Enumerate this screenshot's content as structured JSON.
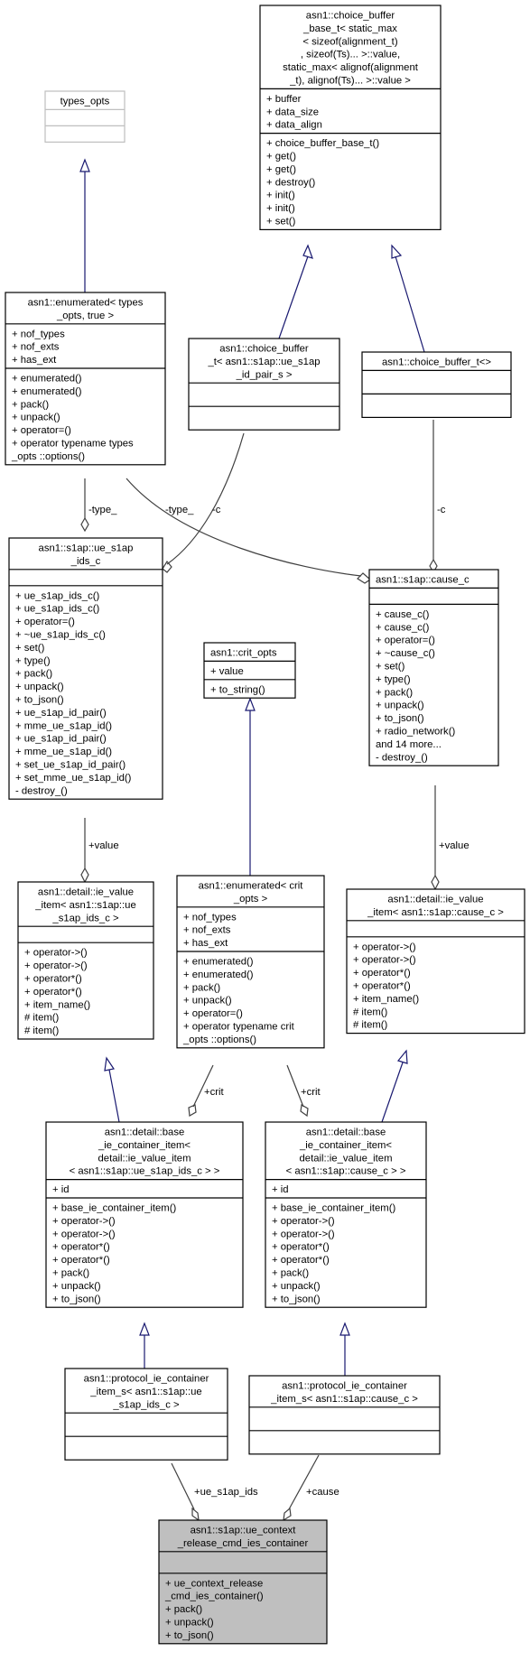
{
  "colors": {
    "inheritance_edge": "#191970",
    "composition_edge": "#404040",
    "highlight_fill": "#bfbfbf",
    "border": "#000000"
  },
  "nodes": [
    {
      "id": "choice_buffer_base",
      "title": [
        "asn1::choice_buffer",
        "_base_t< static_max",
        "< sizeof(alignment_t)",
        ", sizeof(Ts)... >::value,",
        " static_max< alignof(alignment",
        "_t), alignof(Ts)... >::value >"
      ],
      "attrs": [
        "+ buffer",
        "+ data_size",
        "+ data_align"
      ],
      "methods": [
        "+ choice_buffer_base_t()",
        "+ get()",
        "+ get()",
        "+ destroy()",
        "+ init()",
        "+ init()",
        "+ set()"
      ]
    },
    {
      "id": "types_opts",
      "title": [
        "types_opts"
      ],
      "attrs": [],
      "methods": []
    },
    {
      "id": "enumerated_types",
      "title": [
        "asn1::enumerated< types",
        "_opts, true >"
      ],
      "attrs": [
        "+ nof_types",
        "+ nof_exts",
        "+ has_ext"
      ],
      "methods": [
        "+ enumerated()",
        "+ enumerated()",
        "+ pack()",
        "+ unpack()",
        "+ operator=()",
        "+ operator typename types",
        "_opts ::options()"
      ]
    },
    {
      "id": "choice_buffer_pair",
      "title": [
        "asn1::choice_buffer",
        "_t< asn1::s1ap::ue_s1ap",
        "_id_pair_s >"
      ],
      "attrs": [],
      "methods": []
    },
    {
      "id": "choice_buffer_empty",
      "title": [
        "asn1::choice_buffer_t<>"
      ],
      "attrs": [],
      "methods": []
    },
    {
      "id": "ue_s1ap_ids_c",
      "title": [
        "asn1::s1ap::ue_s1ap",
        "_ids_c"
      ],
      "attrs": [],
      "methods": [
        "+ ue_s1ap_ids_c()",
        "+ ue_s1ap_ids_c()",
        "+ operator=()",
        "+ ~ue_s1ap_ids_c()",
        "+ set()",
        "+ type()",
        "+ pack()",
        "+ unpack()",
        "+ to_json()",
        "+ ue_s1ap_id_pair()",
        "+ mme_ue_s1ap_id()",
        "+ ue_s1ap_id_pair()",
        "+ mme_ue_s1ap_id()",
        "+ set_ue_s1ap_id_pair()",
        "+ set_mme_ue_s1ap_id()",
        "- destroy_()"
      ]
    },
    {
      "id": "cause_c",
      "title": [
        "asn1::s1ap::cause_c"
      ],
      "attrs": [],
      "methods": [
        "+ cause_c()",
        "+ cause_c()",
        "+ operator=()",
        "+ ~cause_c()",
        "+ set()",
        "+ type()",
        "+ pack()",
        "+ unpack()",
        "+ to_json()",
        "+ radio_network()",
        "and 14 more...",
        "- destroy_()"
      ]
    },
    {
      "id": "crit_opts",
      "title": [
        "asn1::crit_opts"
      ],
      "attrs": [
        "+ value"
      ],
      "methods": [
        "+ to_string()"
      ]
    },
    {
      "id": "ie_value_ue",
      "title": [
        "asn1::detail::ie_value",
        "_item< asn1::s1ap::ue",
        "_s1ap_ids_c >"
      ],
      "attrs": [],
      "methods": [
        "+ operator->()",
        "+ operator->()",
        "+ operator*()",
        "+ operator*()",
        "+ item_name()",
        "# item()",
        "# item()"
      ]
    },
    {
      "id": "enumerated_crit",
      "title": [
        "asn1::enumerated< crit",
        "_opts >"
      ],
      "attrs": [
        "+ nof_types",
        "+ nof_exts",
        "+ has_ext"
      ],
      "methods": [
        "+ enumerated()",
        "+ enumerated()",
        "+ pack()",
        "+ unpack()",
        "+ operator=()",
        "+ operator typename crit",
        "_opts ::options()"
      ]
    },
    {
      "id": "ie_value_cause",
      "title": [
        "asn1::detail::ie_value",
        "_item< asn1::s1ap::cause_c >"
      ],
      "attrs": [],
      "methods": [
        "+ operator->()",
        "+ operator->()",
        "+ operator*()",
        "+ operator*()",
        "+ item_name()",
        "# item()",
        "# item()"
      ]
    },
    {
      "id": "base_container_ue",
      "title": [
        "asn1::detail::base",
        "_ie_container_item<",
        " detail::ie_value_item",
        "< asn1::s1ap::ue_s1ap_ids_c > >"
      ],
      "attrs": [
        "+ id"
      ],
      "methods": [
        "+ base_ie_container_item()",
        "+ operator->()",
        "+ operator->()",
        "+ operator*()",
        "+ operator*()",
        "+ pack()",
        "+ unpack()",
        "+ to_json()"
      ]
    },
    {
      "id": "base_container_cause",
      "title": [
        "asn1::detail::base",
        "_ie_container_item<",
        "detail::ie_value_item",
        "< asn1::s1ap::cause_c > >"
      ],
      "attrs": [
        "+ id"
      ],
      "methods": [
        "+ base_ie_container_item()",
        "+ operator->()",
        "+ operator->()",
        "+ operator*()",
        "+ operator*()",
        "+ pack()",
        "+ unpack()",
        "+ to_json()"
      ]
    },
    {
      "id": "protocol_container_ue",
      "title": [
        "asn1::protocol_ie_container",
        "_item_s< asn1::s1ap::ue",
        "_s1ap_ids_c >"
      ],
      "attrs": [],
      "methods": []
    },
    {
      "id": "protocol_container_cause",
      "title": [
        "asn1::protocol_ie_container",
        "_item_s< asn1::s1ap::cause_c >"
      ],
      "attrs": [],
      "methods": []
    },
    {
      "id": "ue_context_release",
      "title": [
        "asn1::s1ap::ue_context",
        "_release_cmd_ies_container"
      ],
      "attrs": [],
      "methods": [
        "+ ue_context_release",
        "_cmd_ies_container()",
        "+ pack()",
        "+ unpack()",
        "+ to_json()"
      ]
    }
  ],
  "edge_labels": {
    "type_left": "-type_",
    "type_mid": "-type_",
    "c_pair": "-c",
    "c_cause": "-c",
    "value_ue": "+value",
    "value_cause": "+value",
    "crit_left": "+crit",
    "crit_right": "+crit",
    "ue_s1ap_ids": "+ue_s1ap_ids",
    "cause": "+cause"
  }
}
